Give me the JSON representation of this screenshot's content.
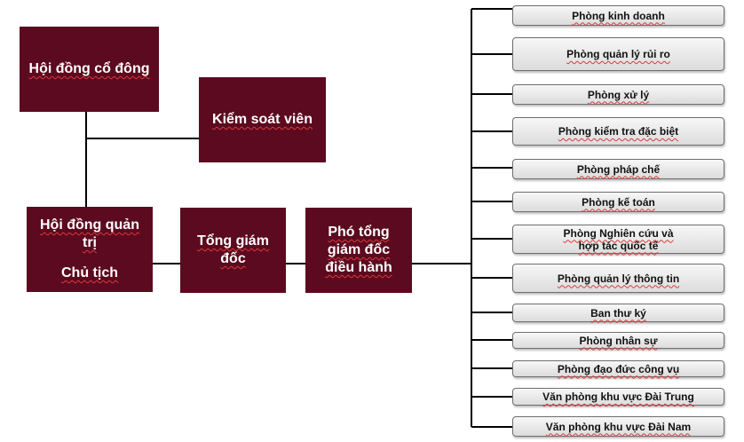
{
  "chart": {
    "boxes": {
      "shareholders": "Hội đồng cổ đông",
      "supervisor": "Kiểm soát viên",
      "board_line1": "Hội đồng quản trị",
      "board_line2": "Chủ tịch",
      "ceo": "Tổng giám đốc",
      "deputy_ceo": "Phó tổng giám đốc điều hành"
    },
    "departments": [
      "Phòng kinh doanh",
      "Phòng quản lý rủi ro",
      "Phòng xử lý",
      "Phòng kiểm  tra đặc biệt",
      "Phòng pháp chế",
      "Phòng kế toán",
      "Phòng Nghiên  cứu và hợp tác quốc tế",
      "Phòng quản lý thông tin",
      "Ban thư ký",
      "Phòng nhân sự",
      "Phòng đạo đức công vụ",
      "Văn phòng khu vực Đài Trung",
      "Văn phòng khu vực Đài Nam"
    ],
    "colors": {
      "box_fill": "#5c0a1f",
      "box_text": "#ffffff",
      "dept_fill": "#e8e8e8",
      "line": "#000000"
    }
  }
}
